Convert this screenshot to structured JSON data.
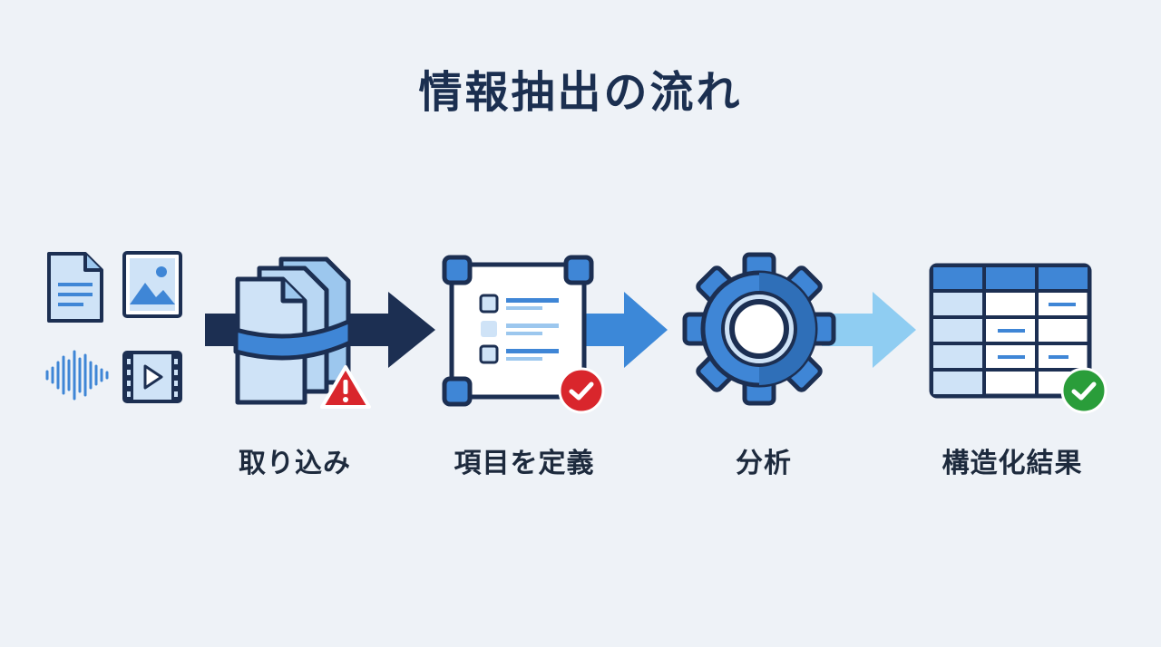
{
  "title": "情報抽出の流れ",
  "steps": [
    {
      "label": "取り込み",
      "icon": "documents-stack-icon",
      "badge": "warning"
    },
    {
      "label": "項目を定義",
      "icon": "form-fields-icon",
      "badge": "check"
    },
    {
      "label": "分析",
      "icon": "gear-icon",
      "badge": ""
    },
    {
      "label": "構造化結果",
      "icon": "table-grid-icon",
      "badge": "check"
    }
  ],
  "input_icons": [
    "document-icon",
    "image-icon",
    "audio-wave-icon",
    "video-icon"
  ],
  "colors": {
    "navy": "#1c2f52",
    "blue": "#3f86d6",
    "light_blue": "#cfe3f7",
    "arrow_1": "#1c2f52",
    "arrow_2": "#3c88d8",
    "arrow_3": "#8fcdf2",
    "warning": "#d9262c",
    "check_red": "#d9262c",
    "check_green": "#2a9d3a",
    "background": "#eef2f7"
  }
}
